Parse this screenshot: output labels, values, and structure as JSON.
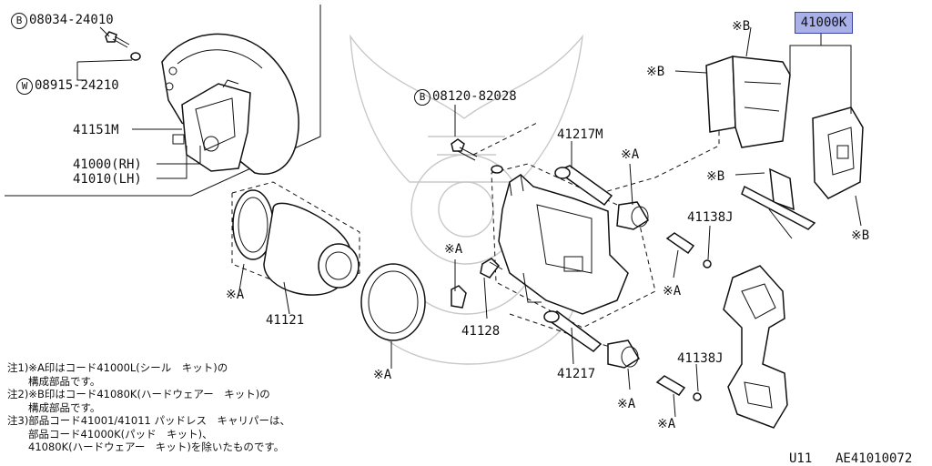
{
  "callouts": {
    "bolt_code": "08034-24010",
    "bolt_prefix": "B",
    "washer_code": "08915-24210",
    "washer_prefix": "W",
    "shield": "41151M",
    "caliper_rh": "41000(RH)",
    "caliper_lh": "41010(LH)",
    "bleeder_code": "08120-82028",
    "bleeder_prefix": "B",
    "pin_upper": "41217M",
    "boot_a1": "※A",
    "piston": "41121",
    "seal_a": "※A",
    "bleeder_a": "※A",
    "bleeder_screw": "41128",
    "ring_a": "※A",
    "pin_lower": "41217",
    "boot_a2": "※A",
    "sleeve_upper": "41138J",
    "sleeve_upper_a": "※A",
    "sleeve_lower": "41138J",
    "sleeve_lower_a": "※A",
    "shim_b_top": "※B",
    "shim_b_left": "※B",
    "clip_b": "※B",
    "pad_b": "※B",
    "pad_kit": "41000K"
  },
  "notes": [
    "注1)※A印はコード41000L(シール　キット)の",
    "　　構成部品です。",
    "注2)※B印はコード41080K(ハードウェアー　キット)の",
    "　　構成部品です。",
    "注3)部品コード41001/41011 パッドレス　キャリパーは、",
    "　　部品コード41000K(パッド　キット)、",
    "　　41080K(ハードウェアー　キット)を除いたものです。"
  ],
  "footer": {
    "model": "U11",
    "figure_id": "AE41010072"
  },
  "highlight_color": "#aab0e8"
}
